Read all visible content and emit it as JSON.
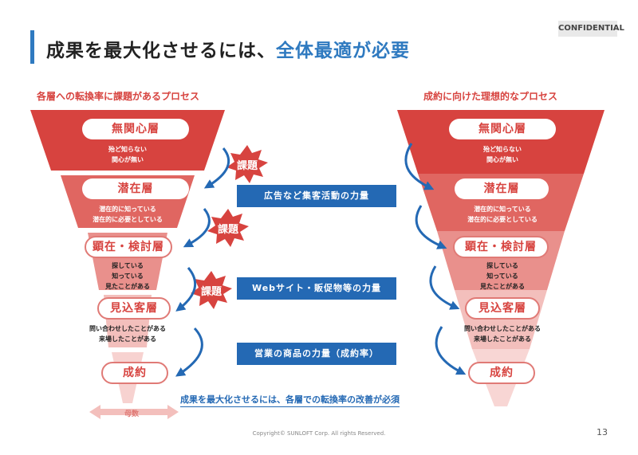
{
  "header": {
    "title_part1": "成果を最大化させるには、",
    "title_part2": "全体最適が必要",
    "confidential": "CONFIDENTIAL"
  },
  "left": {
    "subtitle": "各層への転換率に課題があるプロセス",
    "layers": [
      {
        "label": "無関心層",
        "desc": [
          "殆ど知らない",
          "関心が無い"
        ]
      },
      {
        "label": "潜在層",
        "desc": [
          "潜在的に知っている",
          "潜在的に必要としている"
        ]
      },
      {
        "label": "顕在・検討層",
        "desc": [
          "探している",
          "知っている",
          "見たことがある"
        ]
      },
      {
        "label": "見込客層",
        "desc": [
          "問い合わせしたことがある",
          "来場したことがある"
        ]
      },
      {
        "label": "成約"
      }
    ],
    "issue_badge": "課題",
    "base_label": "母数"
  },
  "right": {
    "subtitle": "成約に向けた理想的なプロセス",
    "layers": [
      {
        "label": "無関心層",
        "desc": [
          "殆ど知らない",
          "関心が無い"
        ]
      },
      {
        "label": "潜在層",
        "desc": [
          "潜在的に知っている",
          "潜在的に必要としている"
        ]
      },
      {
        "label": "顕在・検討層",
        "desc": [
          "探している",
          "知っている",
          "見たことがある"
        ]
      },
      {
        "label": "見込客層",
        "desc": [
          "問い合わせしたことがある",
          "来場したことがある"
        ]
      },
      {
        "label": "成約"
      }
    ]
  },
  "center_boxes": [
    "広告など集客活動の力量",
    "Webサイト・販促物等の力量",
    "営業の商品の力量（成約率）"
  ],
  "note": "成果を最大化させるには、各層での転換率の改善が必須",
  "footer": {
    "copyright": "Copyright© SUNLOFT Corp. All rights Reserved.",
    "page": "13"
  },
  "colors": {
    "accent_blue": "#2f7ac0",
    "box_blue": "#2469b4",
    "red_dark": "#d7433f",
    "red_mid": "#e06661",
    "red_light": "#e9908c",
    "red_pale": "#f3bfbc"
  }
}
